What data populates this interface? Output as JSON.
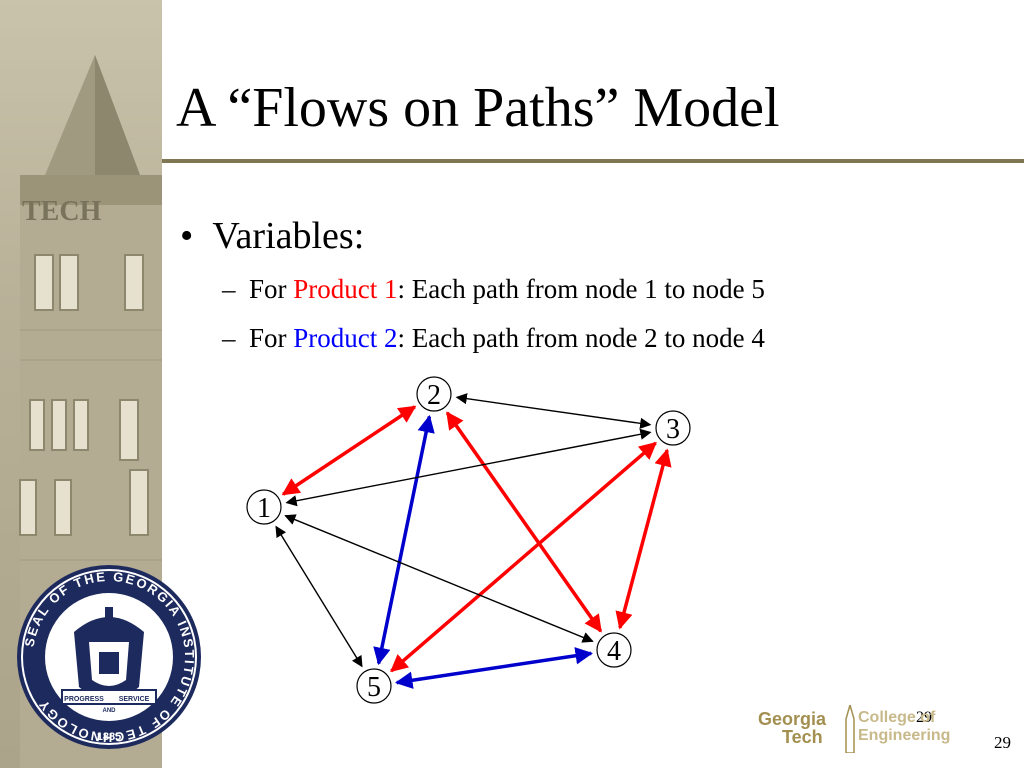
{
  "slide": {
    "title": "A “Flows on Paths” Model",
    "bullet": "Variables:",
    "bullet_marker": "•",
    "sub_marker": "–",
    "items": [
      {
        "prefix": "For ",
        "highlight": "Product 1",
        "suffix": ": Each path from node 1 to node 5",
        "color": "#ff0000"
      },
      {
        "prefix": "For ",
        "highlight": "Product 2",
        "suffix": ": Each path from node 2 to node 4",
        "color": "#0000ff"
      }
    ]
  },
  "graph": {
    "nodes": [
      {
        "id": "1",
        "label": "1"
      },
      {
        "id": "2",
        "label": "2"
      },
      {
        "id": "3",
        "label": "3"
      },
      {
        "id": "4",
        "label": "4"
      },
      {
        "id": "5",
        "label": "5"
      }
    ],
    "edges": [
      {
        "from": "1",
        "to": "2",
        "color": "red"
      },
      {
        "from": "2",
        "to": "4",
        "color": "red"
      },
      {
        "from": "3",
        "to": "5",
        "color": "red"
      },
      {
        "from": "3",
        "to": "4",
        "color": "red"
      },
      {
        "from": "2",
        "to": "5",
        "color": "blue"
      },
      {
        "from": "5",
        "to": "4",
        "color": "blue"
      },
      {
        "from": "2",
        "to": "3",
        "color": "black"
      },
      {
        "from": "1",
        "to": "3",
        "color": "black"
      },
      {
        "from": "1",
        "to": "4",
        "color": "black"
      },
      {
        "from": "1",
        "to": "5",
        "color": "black"
      }
    ]
  },
  "colors": {
    "red": "#ff0000",
    "blue": "#0000cc",
    "black": "#000000",
    "rule": "#7f7751"
  },
  "footer": {
    "page_small": "29",
    "page": "29",
    "logo_georgia": "Georgia",
    "logo_tech": "Tech",
    "logo_college": "College of",
    "logo_engineering": "Engineering"
  },
  "seal": {
    "ring_text": "SEAL OF THE GEORGIA INSTITUTE OF TECHNOLOGY",
    "year": "1885",
    "banner_left": "PROGRESS",
    "banner_right": "SERVICE",
    "banner_and": "AND"
  },
  "building_sign": "TECH"
}
